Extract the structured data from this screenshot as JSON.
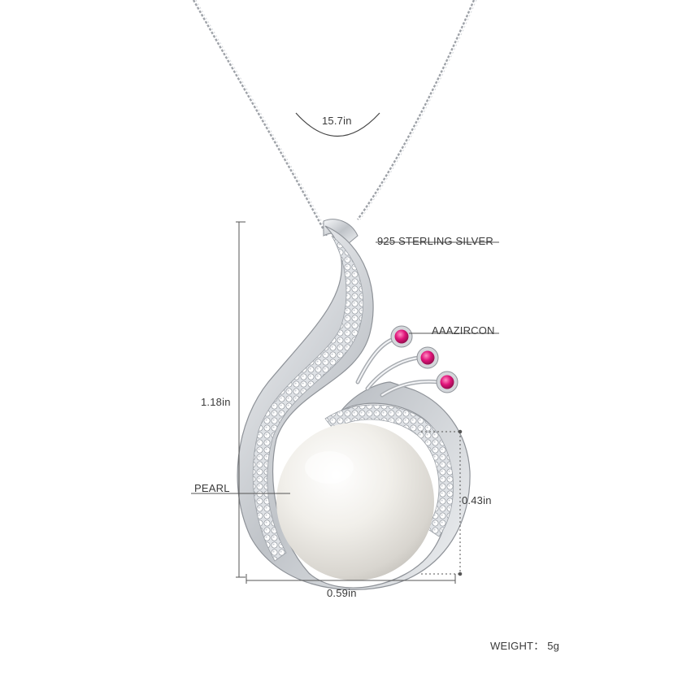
{
  "product": {
    "chain_length_label": "15.7in",
    "material_label": "925 STERLING SILVER",
    "stone_label": "AAAZIRCON",
    "height_label": "1.18in",
    "pearl_label": "PEARL",
    "pearl_height_label": "0.43in",
    "width_label": "0.59in",
    "weight_label": "WEIGHT： 5g"
  },
  "colors": {
    "silver": "#c9ccd1",
    "silver_dark": "#8e9298",
    "pearl": "#efece6",
    "zircon": "#e0147a",
    "dimension_line": "#555555",
    "background": "#ffffff"
  }
}
